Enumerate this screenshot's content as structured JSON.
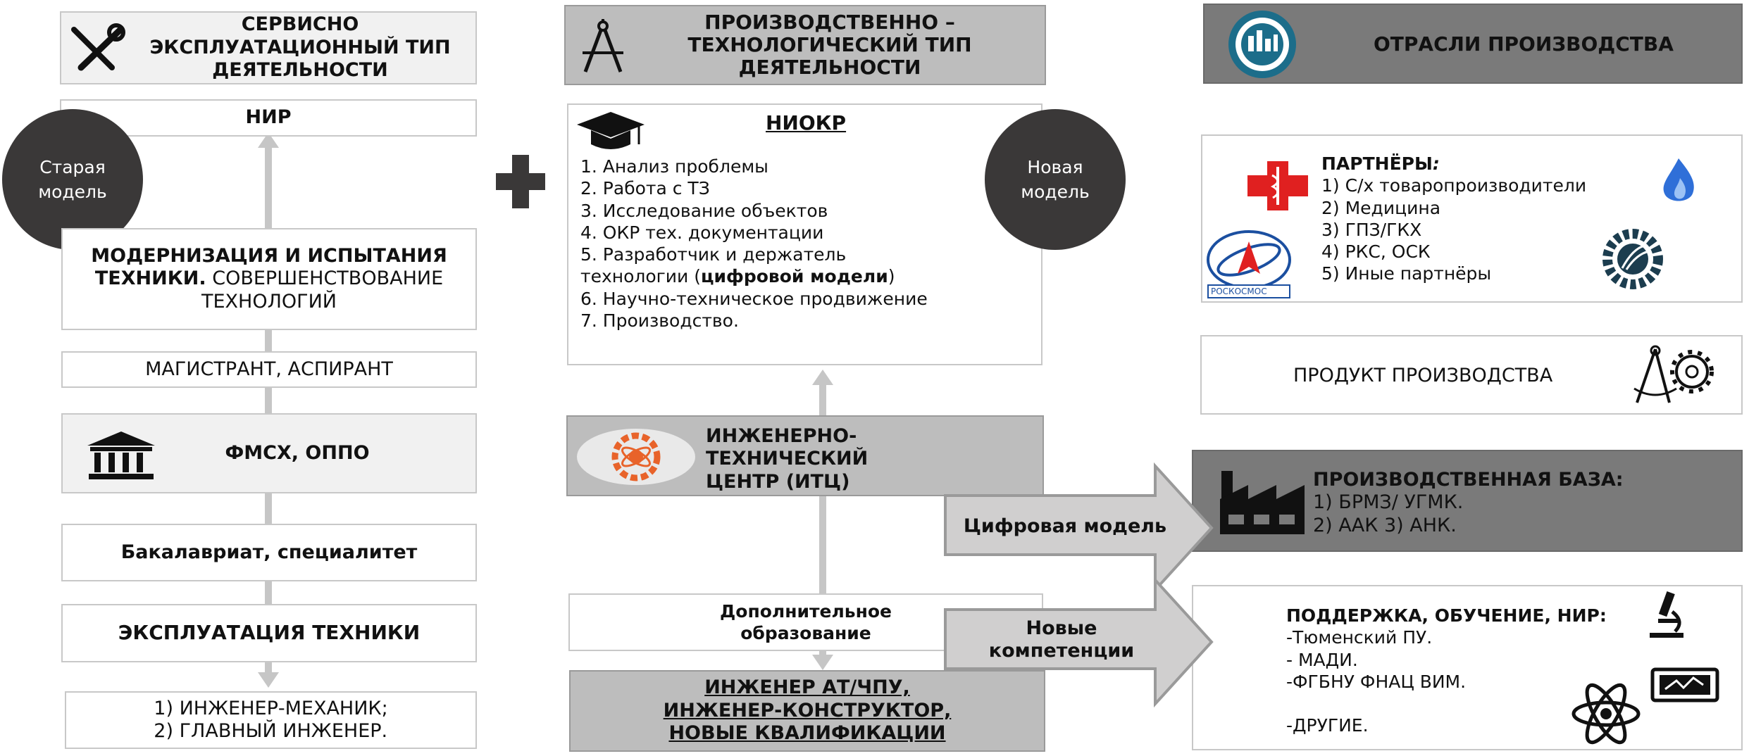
{
  "left": {
    "header": "СЕРВИСНО ЭКСПЛУАТАЦИОННЫЙ ТИП ДЕЯТЕЛЬНОСТИ",
    "nir": "НИР",
    "old_model": "Старая модель",
    "modernization_bold": "МОДЕРНИЗАЦИЯ И ИСПЫТАНИЯ ТЕХНИКИ.",
    "modernization_rest": "СОВЕРШЕНСТВОВАНИЕ ТЕХНОЛОГИЙ",
    "master": "МАГИСТРАНТ, АСПИРАНТ",
    "fmsh": "ФМСХ, ОППО",
    "bachelor": "Бакалавриат, специалитет",
    "exploitation": "ЭКСПЛУАТАЦИЯ ТЕХНИКИ",
    "engineers": [
      "1)  ИНЖЕНЕР-МЕХАНИК;",
      "2)  ГЛАВНЫЙ ИНЖЕНЕР."
    ]
  },
  "middle": {
    "header": "ПРОИЗВОДСТВЕННО – ТЕХНОЛОГИЧЕСКИЙ ТИП ДЕЯТЕЛЬНОСТИ",
    "niokr_title": "НИОКР",
    "niokr_items": [
      "1. Анализ проблемы",
      "2. Работа с ТЗ",
      "3. Исследование объектов",
      "4. ОКР тех. документации",
      "5. Разработчик и держатель технологии (",
      "цифровой модели",
      ")",
      "6. Научно-техническое продвижение",
      "7. Производство."
    ],
    "new_model": "Новая модель",
    "itc": "ИНЖЕНЕРНО-ТЕХНИЧЕСКИЙ ЦЕНТР (ИТЦ)",
    "additional_edu": "Дополнительное образование",
    "engineer_at": [
      "ИНЖЕНЕР АТ/ЧПУ,",
      "ИНЖЕНЕР-КОНСТРУКТОР,",
      "НОВЫЕ КВАЛИФИКАЦИИ"
    ]
  },
  "right": {
    "header": "ОТРАСЛИ ПРОИЗВОДСТВА",
    "partners_title": "ПАРТНЁРЫ",
    "partners_colon": ":",
    "partners": [
      "1) С/х товаропроизводители",
      "2) Медицина",
      "3) ГПЗ/ГКХ",
      "4) РКС, ОСК",
      "5) Иные партнёры"
    ],
    "roscosmos_label": "РОСКОСМОС",
    "product": "ПРОДУКТ ПРОИЗВОДСТВА",
    "base_title": "ПРОИЗВОДСТВЕННАЯ БАЗА:",
    "base_lines": [
      "1) БРМЗ/ УГМК.",
      "2) ААК 3) АНК."
    ],
    "support_title": "ПОДДЕРЖКА, ОБУЧЕНИЕ, НИР:",
    "support_lines": [
      "-Тюменский ПУ.",
      "- МАДИ.",
      "-ФГБНУ ФНАЦ ВИМ.",
      "",
      "-ДРУГИЕ."
    ]
  },
  "arrows": {
    "digital_model": "Цифровая модель",
    "new_competencies": "Новые компетенции"
  },
  "colors": {
    "dark_circle": "#3a3838",
    "box_grey": "#bdbdbd",
    "base_dark": "#7a7a7a",
    "arrow_fill": "#d0cfcf",
    "itc_orange": "#e8632a",
    "red_cross": "#e02020",
    "flame_blue": "#2f6fd8",
    "roscosmos_blue": "#1b4fa0"
  }
}
